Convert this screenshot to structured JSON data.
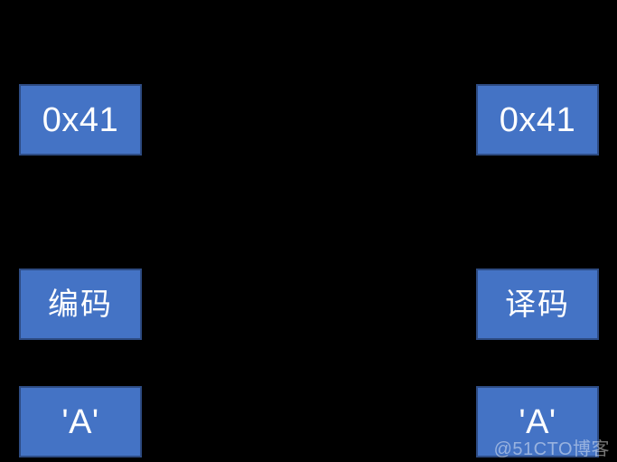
{
  "diagram": {
    "background_color": "#000000",
    "node_fill_color": "#4473C5",
    "node_border_color": "#2E4C84",
    "node_text_color": "#FFFFFF",
    "columns": [
      {
        "name": "encoding-column",
        "nodes": [
          {
            "id": "left-top",
            "label": "0x41",
            "script": "latin"
          },
          {
            "id": "left-middle",
            "label": "编码",
            "script": "cjk"
          },
          {
            "id": "left-bottom",
            "label": "'A'",
            "script": "latin"
          }
        ]
      },
      {
        "name": "decoding-column",
        "nodes": [
          {
            "id": "right-top",
            "label": "0x41",
            "script": "latin"
          },
          {
            "id": "right-middle",
            "label": "译码",
            "script": "cjk"
          },
          {
            "id": "right-bottom",
            "label": "'A'",
            "script": "latin"
          }
        ]
      }
    ]
  },
  "watermark": {
    "text": "@51CTO博客"
  }
}
